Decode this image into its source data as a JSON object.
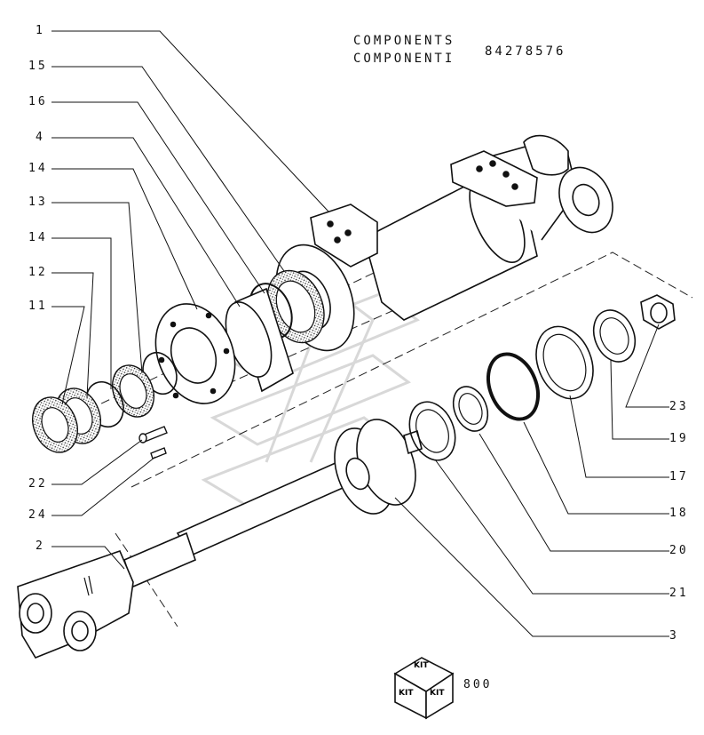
{
  "header": {
    "title_en": "COMPONENTS",
    "title_it": "COMPONENTI",
    "part_number": "84278576"
  },
  "callouts": {
    "left": [
      "1",
      "15",
      "16",
      "4",
      "14",
      "13",
      "14",
      "12",
      "11",
      "22",
      "24",
      "2"
    ],
    "right": [
      "23",
      "19",
      "17",
      "18",
      "20",
      "21",
      "3"
    ]
  },
  "kit": {
    "label": "KIT",
    "number": "800"
  }
}
